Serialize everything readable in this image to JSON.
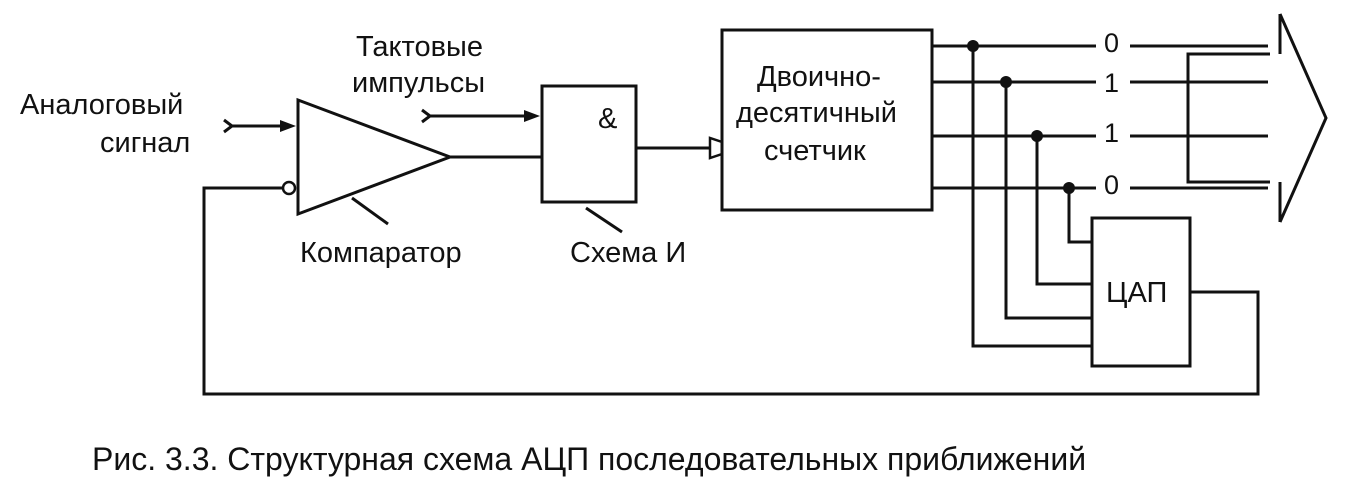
{
  "labels": {
    "analog_line1": "Аналоговый",
    "analog_line2": "сигнал",
    "clock_line1": "Тактовые",
    "clock_line2": "импульсы",
    "and_symbol": "&",
    "counter_line1": "Двоично-",
    "counter_line2": "десятичный",
    "counter_line3": "счетчик",
    "comparator": "Компаратор",
    "and_gate": "Схема И",
    "dac": "ЦАП"
  },
  "bits": [
    "0",
    "1",
    "1",
    "0"
  ],
  "caption": "Рис. 3.3. Структурная схема АЦП последовательных приближений"
}
